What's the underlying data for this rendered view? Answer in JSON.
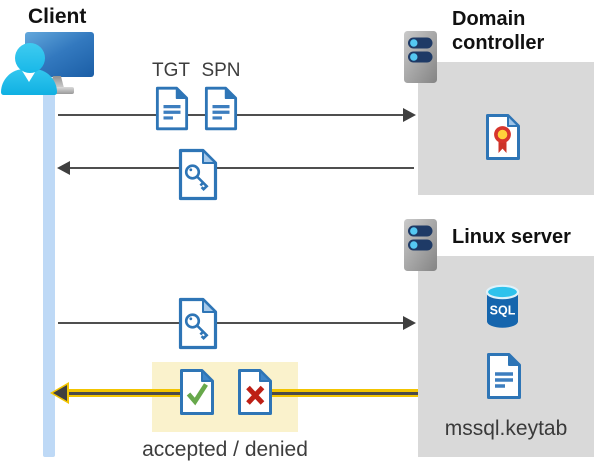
{
  "client": {
    "label": "Client"
  },
  "domain_controller": {
    "title": "Domain controller"
  },
  "linux_server": {
    "title": "Linux server",
    "db_label": "SQL",
    "keytab_label": "mssql.keytab"
  },
  "tickets": {
    "tgt_label": "TGT",
    "spn_label": "SPN"
  },
  "result": {
    "label": "accepted / denied"
  },
  "icons": {
    "client": "monitor-with-user-icon",
    "servers": "server-icon",
    "domain_controller_content": "certificate-document-icon",
    "tickets": "document-icon",
    "service_ticket": "key-document-icon",
    "database": "sql-database-icon",
    "keytab": "document-icon",
    "accepted": "check-document-icon",
    "denied": "x-document-icon"
  },
  "colors": {
    "doc_blue": "#2e75b6",
    "arrow_gray": "#4f4f4f",
    "box_gray": "#d9d9d9",
    "timeline_blue": "#bed9f6",
    "highlight_yellow": "#faf2cc",
    "arrow_yellow": "#f2c400",
    "check_green": "#67a84b",
    "deny_red": "#c02418",
    "sql_blue": "#1565ad",
    "sql_cyan": "#2ec2ec"
  }
}
